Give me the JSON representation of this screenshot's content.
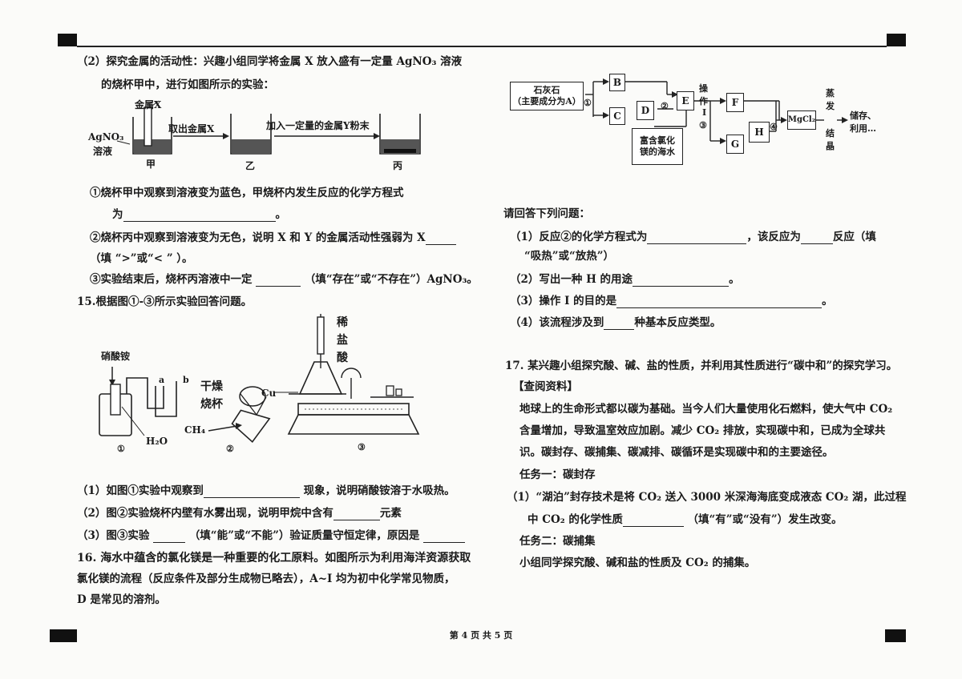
{
  "footer": "第 4 页 共 5 页",
  "q14": {
    "p2_line1": "（2）探究金属的活动性：兴趣小组同学将金属 X 放入盛有一定量 AgNO₃ 溶液",
    "p2_line2": "的烧杯甲中，进行如图所示的实验：",
    "fig": {
      "metal_x": "金属X",
      "agno3": "AgNO₃",
      "solution": "溶液",
      "take_out": "取出金属X",
      "add_y": "加入一定量的金属Y粉末",
      "jia": "甲",
      "yi": "乙",
      "bing": "丙"
    },
    "s1_line1": "①烧杯甲中观察到溶液变为蓝色，甲烧杯内发生反应的化学方程式",
    "s1_line2a": "为",
    "s1_line2b": "。",
    "s2_line1": "②烧杯丙中观察到溶液变为无色，说明 X 和 Y 的金属活动性强弱为 X",
    "s2_line2": "（填 “>”或“< ” ）。",
    "s3a": "③实验结束后，烧杯丙溶液中一定",
    "s3b": "（填“存在”或“不存在”）AgNO₃。"
  },
  "q15": {
    "title": "15.根据图①-③所示实验回答问题。",
    "fig": {
      "nh4no3": "硝酸铵",
      "a": "a",
      "b": "b",
      "h2o": "H₂O",
      "n1": "①",
      "dry": "干燥",
      "beaker": "烧杯",
      "ch4": "CH₄",
      "n2": "②",
      "xi": "稀",
      "yan": "盐",
      "suan": "酸",
      "cu": "Cu",
      "n3": "③"
    },
    "q1a": "（1）如图①实验中观察到",
    "q1b": "现象，说明硝酸铵溶于水吸热。",
    "q2a": "（2）图②实验烧杯内壁有水雾出现，说明甲烷中含有",
    "q2b": "元素",
    "q3a": "（3）图③实验",
    "q3b": "（填“能”或“不能”）验证质量守恒定律，原因是"
  },
  "q16": {
    "line1": "16. 海水中蕴含的氯化镁是一种重要的化工原料。如图所示为利用海洋资源获取",
    "line2": "氯化镁的流程（反应条件及部分生成物已略去），A~I 均为初中化学常见物质，",
    "line3": "D 是常见的溶剂。",
    "flow": {
      "limestone1": "石灰石",
      "limestone2": "（主要成分为A）",
      "B": "B",
      "C": "C",
      "D": "D",
      "E": "E",
      "F": "F",
      "G": "G",
      "H": "H",
      "mgcl2": "MgCl₂",
      "seawater1": "富含氯化",
      "seawater2": "镁的海水",
      "step1": "①",
      "step2": "②",
      "step3": "③",
      "step4": "④",
      "op1": "操",
      "op2": "作",
      "op3": "I",
      "evap1": "蒸",
      "evap2": "发",
      "evap3": "结",
      "evap4": "晶",
      "store": "储存、",
      "use": "利用…"
    },
    "ask": "请回答下列问题：",
    "q1a": "（1）反应②的化学方程式为",
    "q1b": "，该反应为",
    "q1c": "反应（填",
    "q1d": "“吸热”或“放热”）",
    "q2a": "（2）写出一种 H 的用途",
    "q2b": "。",
    "q3a": "（3）操作 I 的目的是",
    "q3b": "。",
    "q4a": "（4）该流程涉及到",
    "q4b": "种基本反应类型。"
  },
  "q17": {
    "line1": "17. 某兴趣小组探究酸、碱、盐的性质，并利用其性质进行“碳中和”的探究学习。",
    "ref": "【查阅资料】",
    "p1": "地球上的生命形式都以碳为基础。当今人们大量使用化石燃料，使大气中 CO₂",
    "p2": "含量增加，导致温室效应加剧。减少 CO₂ 排放，实现碳中和，已成为全球共",
    "p3": "识。碳封存、碳捕集、碳减排、碳循环是实现碳中和的主要途径。",
    "task1": "任务一：碳封存",
    "q1a": "（1）“湖泊”封存技术是将 CO₂ 送入 3000 米深海海底变成液态 CO₂ 湖，此过程",
    "q1b": "中 CO₂ 的化学性质",
    "q1c": "（填“有”或“没有”）发生改变。",
    "task2": "任务二：碳捕集",
    "p4": "小组同学探究酸、碱和盐的性质及 CO₂ 的捕集。"
  }
}
